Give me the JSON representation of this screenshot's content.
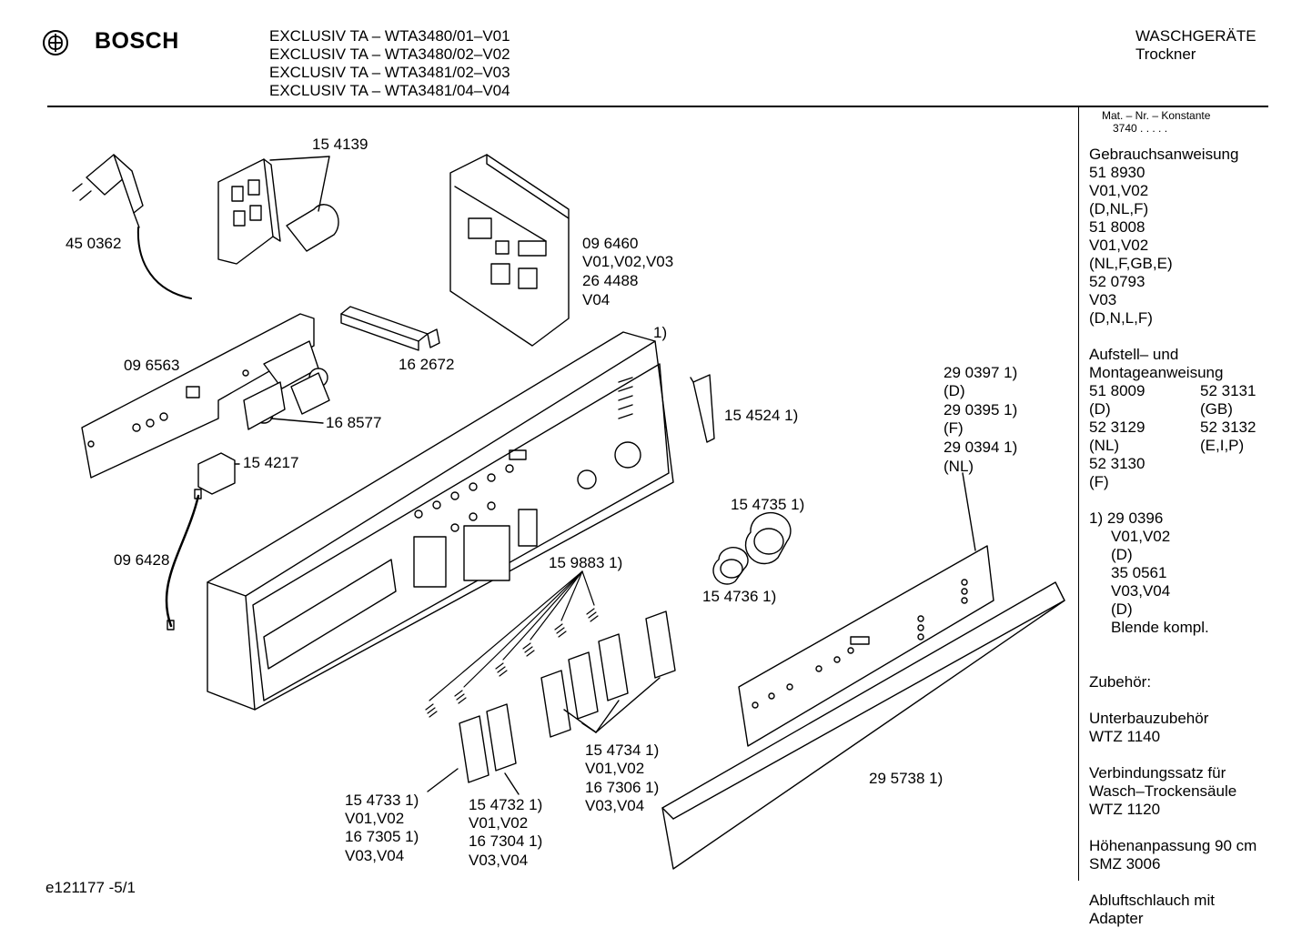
{
  "header": {
    "brand": "BOSCH",
    "models": [
      "EXCLUSIV TA – WTA3480/01–V01",
      "EXCLUSIV TA – WTA3480/02–V02",
      "EXCLUSIV TA – WTA3481/02–V03",
      "EXCLUSIV TA – WTA3481/04–V04"
    ],
    "category": "WASCHGERÄTE",
    "subcategory": "Trockner"
  },
  "sidebar": {
    "mat_label": "Mat. – Nr. – Konstante",
    "mat_value": "3740 . . . . .",
    "manual_title": "Gebrauchsanweisung",
    "manual_lines": [
      "51 8930",
      "V01,V02",
      "(D,NL,F)",
      "51 8008",
      "V01,V02",
      "(NL,F,GB,E)",
      "52 0793",
      "V03",
      "(D,N,L,F)"
    ],
    "install_title_1": "Aufstell– und",
    "install_title_2": "Montageanweisung",
    "install_rows": [
      [
        "51 8009",
        "52 3131"
      ],
      [
        "(D)",
        "(GB)"
      ],
      [
        "52 3129",
        "52 3132"
      ],
      [
        "(NL)",
        "(E,I,P)"
      ],
      [
        "52 3130",
        ""
      ],
      [
        "(F)",
        ""
      ]
    ],
    "note_first": "1)  29 0396",
    "note_lines": [
      "V01,V02",
      "(D)",
      "35 0561",
      "V03,V04",
      "(D)",
      "Blende kompl."
    ],
    "accessories_title": "Zubehör:",
    "accessories": [
      [
        "Unterbauzubehör",
        "WTZ 1140"
      ],
      [
        "Verbindungssatz für",
        "Wasch–Trockensäule",
        "WTZ 1120"
      ],
      [
        "Höhenanpassung 90 cm",
        "SMZ 3006"
      ],
      [
        "Abluftschlauch  mit",
        "Adapter"
      ]
    ]
  },
  "parts": {
    "p_450362": "45 0362",
    "p_154139": "15 4139",
    "p_096460": "09 6460",
    "p_096460_v": "V01,V02,V03",
    "p_264488": "26 4488",
    "p_264488_v": "V04",
    "panel_note": "1)",
    "p_096563": "09 6563",
    "p_162672": "16 2672",
    "p_168577": "16 8577",
    "p_154217": "15 4217",
    "p_096428": "09 6428",
    "p_154524": "15 4524 1)",
    "p_290397": "29 0397 1)",
    "p_290397_c": "(D)",
    "p_290395": "29 0395 1)",
    "p_290395_c": "(F)",
    "p_290394": "29 0394 1)",
    "p_290394_c": "(NL)",
    "p_154735": "15 4735 1)",
    "p_154736": "15 4736 1)",
    "p_159883": "15 9883 1)",
    "p_154734": "15 4734 1)",
    "p_154734_v": "V01,V02",
    "p_167306": "16 7306 1)",
    "p_167306_v": "V03,V04",
    "p_154733": "15 4733 1)",
    "p_154733_v": "V01,V02",
    "p_167305": "16 7305 1)",
    "p_167305_v": "V03,V04",
    "p_154732": "15 4732 1)",
    "p_154732_v": "V01,V02",
    "p_167304": "16 7304 1)",
    "p_167304_v": "V03,V04",
    "p_295738": "29 5738 1)"
  },
  "footer": {
    "drawing_id": "e121177 -5/1"
  }
}
